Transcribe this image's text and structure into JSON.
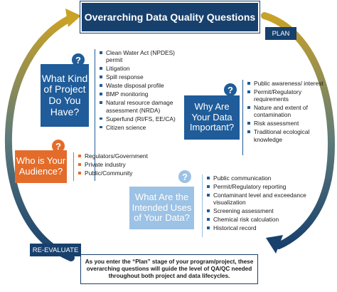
{
  "title": "Overarching Data Quality Questions",
  "stage_labels": {
    "plan": "PLAN",
    "reevaluate": "RE-EVALUATE"
  },
  "questions": [
    {
      "heading": "What Kind of Project Do You Have?",
      "icon": "?",
      "color": "#1f5c99",
      "items": [
        "Clean Water Act (NPDES) permit",
        "Litigation",
        "Spill response",
        "Waste disposal profile",
        "BMP monitoring",
        "Natural resource damage assessment (NRDA)",
        "Superfund (RI/FS, EE/CA)",
        "Citizen science"
      ]
    },
    {
      "heading": "Why Are Your Data Important?",
      "icon": "?",
      "color": "#1f5c99",
      "items": [
        "Public awareness/ interest",
        "Permit/Regulatory requirements",
        "Nature and extent of contamination",
        "Risk assessment",
        "Traditional ecological knowledge"
      ]
    },
    {
      "heading": "Who is Your Audience?",
      "icon": "?",
      "color": "#e36c2a",
      "items": [
        "Regulators/Government",
        "Private industry",
        "Public/Community"
      ]
    },
    {
      "heading": "What Are the Intended Uses of Your Data?",
      "icon": "?",
      "color": "#9cc2e5",
      "items": [
        "Public communication",
        "Permit/Regulatory reporting",
        "Contaminant level and exceedance visualization",
        "Screening assessment",
        "Chemical risk calculation",
        "Historical record"
      ]
    }
  ],
  "footer_note": "As you enter the “Plan” stage of your program/project, these overarching questions will guide the level of QA/QC needed throughout both project and data lifecycles.",
  "colors": {
    "navy": "#17406d",
    "blue": "#1f5c99",
    "orange": "#e36c2a",
    "light_blue": "#9cc2e5",
    "gold": "#c9a227"
  }
}
